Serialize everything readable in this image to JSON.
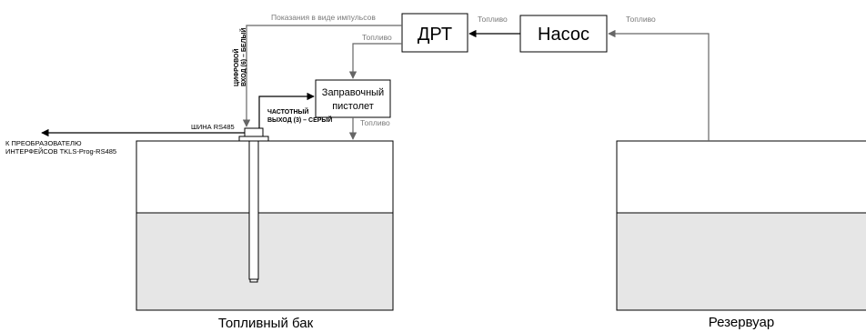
{
  "labels": {
    "impulses": "Показания в виде импульсов",
    "fuel": "Топливо",
    "digital_input_line1": "ЦИФРОВОЙ",
    "digital_input_line2": "ВХОД (6) – БЕЛЫЙ",
    "freq_output_line1": "ЧАСТОТНЫЙ",
    "freq_output_line2": "ВЫХОД (3) – СЕРЫЙ",
    "rs485_bus": "ШИНА RS485",
    "converter_line1": "К ПРЕОБРАЗОВАТЕЛЮ",
    "converter_line2": "ИНТЕРФЕЙСОВ TKLS-Prog-RS485"
  },
  "boxes": {
    "drt": "ДРТ",
    "pump": "Насос",
    "nozzle_line1": "Заправочный",
    "nozzle_line2": "пистолет"
  },
  "captions": {
    "fuel_tank": "Топливный бак",
    "reservoir": "Резервуар"
  },
  "colors": {
    "fluid": "#e6e6e6",
    "line": "#000000",
    "gray_line": "#777777",
    "gray_text": "#7a7a7a"
  }
}
